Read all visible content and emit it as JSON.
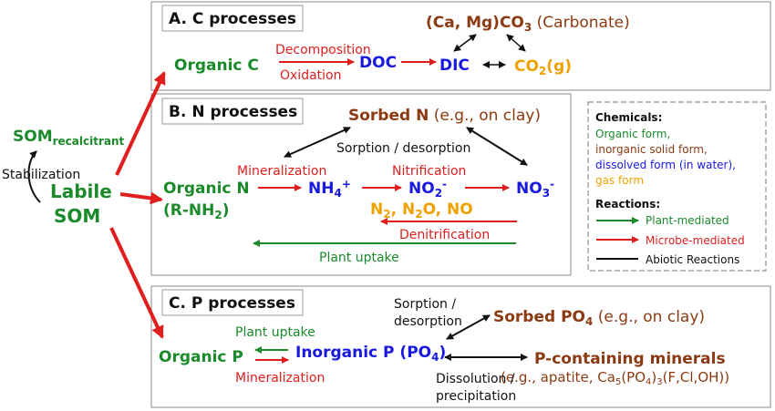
{
  "som": {
    "recalcitrant_main": "SOM",
    "recalcitrant_sub": "recalcitrant",
    "stabilization": "Stabilization",
    "labile_line1": "Labile",
    "labile_line2": "SOM"
  },
  "panel_c": {
    "header": "A. C processes",
    "organic_c": "Organic C",
    "decomposition": "Decomposition",
    "oxidation": "Oxidation",
    "doc": "DOC",
    "dic": "DIC",
    "carbonate_formula_a": "(Ca, Mg)CO",
    "carbonate_sub": "3",
    "carbonate_label": " (Carbonate)",
    "co2_a": "CO",
    "co2_sub": "2",
    "co2_b": "(g)"
  },
  "panel_n": {
    "header": "B. N processes",
    "sorbed_n": "Sorbed N",
    "sorbed_n_note": " (e.g., on clay)",
    "sorption_desorption": "Sorption / desorption",
    "mineralization": "Mineralization",
    "nitrification": "Nitrification",
    "organic_n_line1": "Organic N",
    "organic_n_line2a": "(R-NH",
    "organic_n_line2_sub": "2",
    "organic_n_line2b": ")",
    "nh4_a": "NH",
    "nh4_sub": "4",
    "nh4_sup": "+",
    "no2_a": "NO",
    "no2_sub": "2",
    "no2_sup": "-",
    "no3_a": "NO",
    "no3_sub": "3",
    "no3_sup": "-",
    "gases_a": "N",
    "gases_sub1": "2",
    "gases_b": ", N",
    "gases_sub2": "2",
    "gases_c": "O, NO",
    "denitrification": "Denitrification",
    "plant_uptake": "Plant uptake"
  },
  "legend": {
    "chemicals_title": "Chemicals:",
    "organic_form": "Organic form,",
    "inorganic_solid": "inorganic solid form,",
    "dissolved": "dissolved form (in water),",
    "gas": "gas form",
    "reactions_title": "Reactions:",
    "plant_mediated": "Plant-mediated",
    "microbe_mediated": "Microbe-mediated",
    "abiotic": "Abiotic Reactions",
    "colors": {
      "green": "#1a8a2a",
      "red": "#e01e1e",
      "blue": "#1818e0",
      "orange": "#f0a000",
      "brown": "#8b3a12"
    }
  },
  "panel_p": {
    "header": "C. P processes",
    "sorption_line1": "Sorption /",
    "sorption_line2": "desorption",
    "sorbed_po4_a": "Sorbed PO",
    "sorbed_po4_sub": "4",
    "sorbed_po4_note": " (e.g., on clay)",
    "plant_uptake": "Plant uptake",
    "organic_p": "Organic P",
    "inorganic_p_a": "Inorganic P (PO",
    "inorganic_p_sub": "4",
    "inorganic_p_b": ")",
    "mineralization": "Mineralization",
    "p_minerals": "P-containing minerals",
    "apatite_a": "(e.g., apatite, Ca",
    "apatite_sub1": "5",
    "apatite_b": "(PO",
    "apatite_sub2": "4",
    "apatite_c": ")",
    "apatite_sub3": "3",
    "apatite_d": "(F,Cl,OH))",
    "dissolution_line1": "Dissolution /",
    "dissolution_line2": "precipitation"
  }
}
